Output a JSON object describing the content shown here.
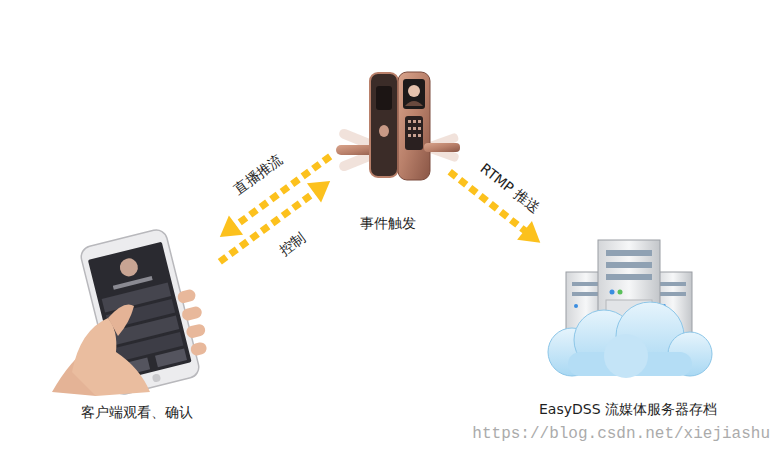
{
  "diagram": {
    "nodes": [
      {
        "text": [
          "事件触发"
        ]
      },
      {
        "text": [
          "客户端观看、确认"
        ]
      },
      {
        "text": [
          "EasyDSS 流媒体服务器存档"
        ]
      }
    ],
    "edges": [
      {
        "from": 0,
        "to": 1,
        "label": "直播推流",
        "arrow": "to"
      },
      {
        "from": 1,
        "to": 0,
        "label": "控制",
        "arrow": "to"
      },
      {
        "from": 0,
        "to": 2,
        "label": "RTMP 推送",
        "arrow": "to"
      }
    ],
    "labels": [
      "https://blog.csdn.net/xiejiashu"
    ]
  }
}
